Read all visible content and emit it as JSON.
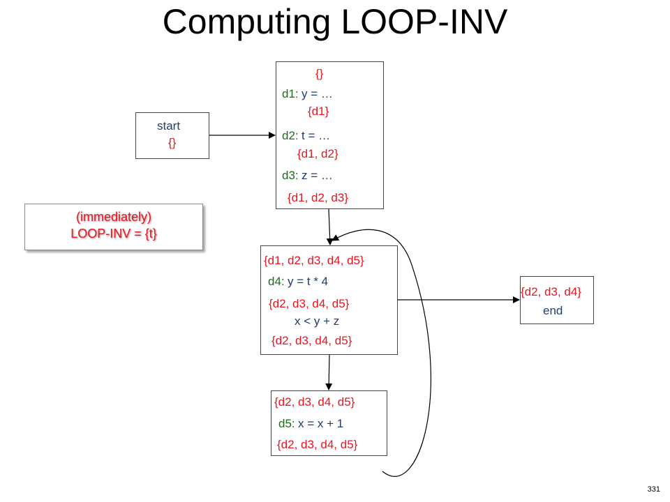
{
  "title": "Computing LOOP-INV",
  "page_number": "331",
  "start_block": {
    "label": "start",
    "set": "{}"
  },
  "block1": {
    "in_set": "{}",
    "d1_id": "d1:",
    "d1_stmt": "y = …",
    "after_d1": "{d1}",
    "d2_id": "d2:",
    "d2_stmt": "t = …",
    "after_d2": "{d1, d2}",
    "d3_id": "d3:",
    "d3_stmt": "z = …",
    "out_set": "{d1, d2, d3}"
  },
  "note": {
    "line1": "(immediately)",
    "line2": "LOOP-INV = {t}"
  },
  "block2": {
    "in_set": "{d1, d2, d3, d4, d5}",
    "d4_id": "d4:",
    "d4_stmt": "y = t * 4",
    "after_d4": "{d2, d3, d4, d5}",
    "cond": "x < y + z",
    "out_set": "{d2, d3, d4, d5}"
  },
  "end_block": {
    "set": "{d2, d3, d4}",
    "label": "end"
  },
  "block3": {
    "in_set": "{d2, d3, d4, d5}",
    "d5_id": "d5:",
    "d5_stmt": "x = x + 1",
    "out_set": "{d2, d3, d4, d5}"
  },
  "colors": {
    "set": "#e8141e",
    "def_id": "#1e6b1e",
    "code": "#1f3d6b",
    "highlight_circle": "#2b3f7a"
  }
}
